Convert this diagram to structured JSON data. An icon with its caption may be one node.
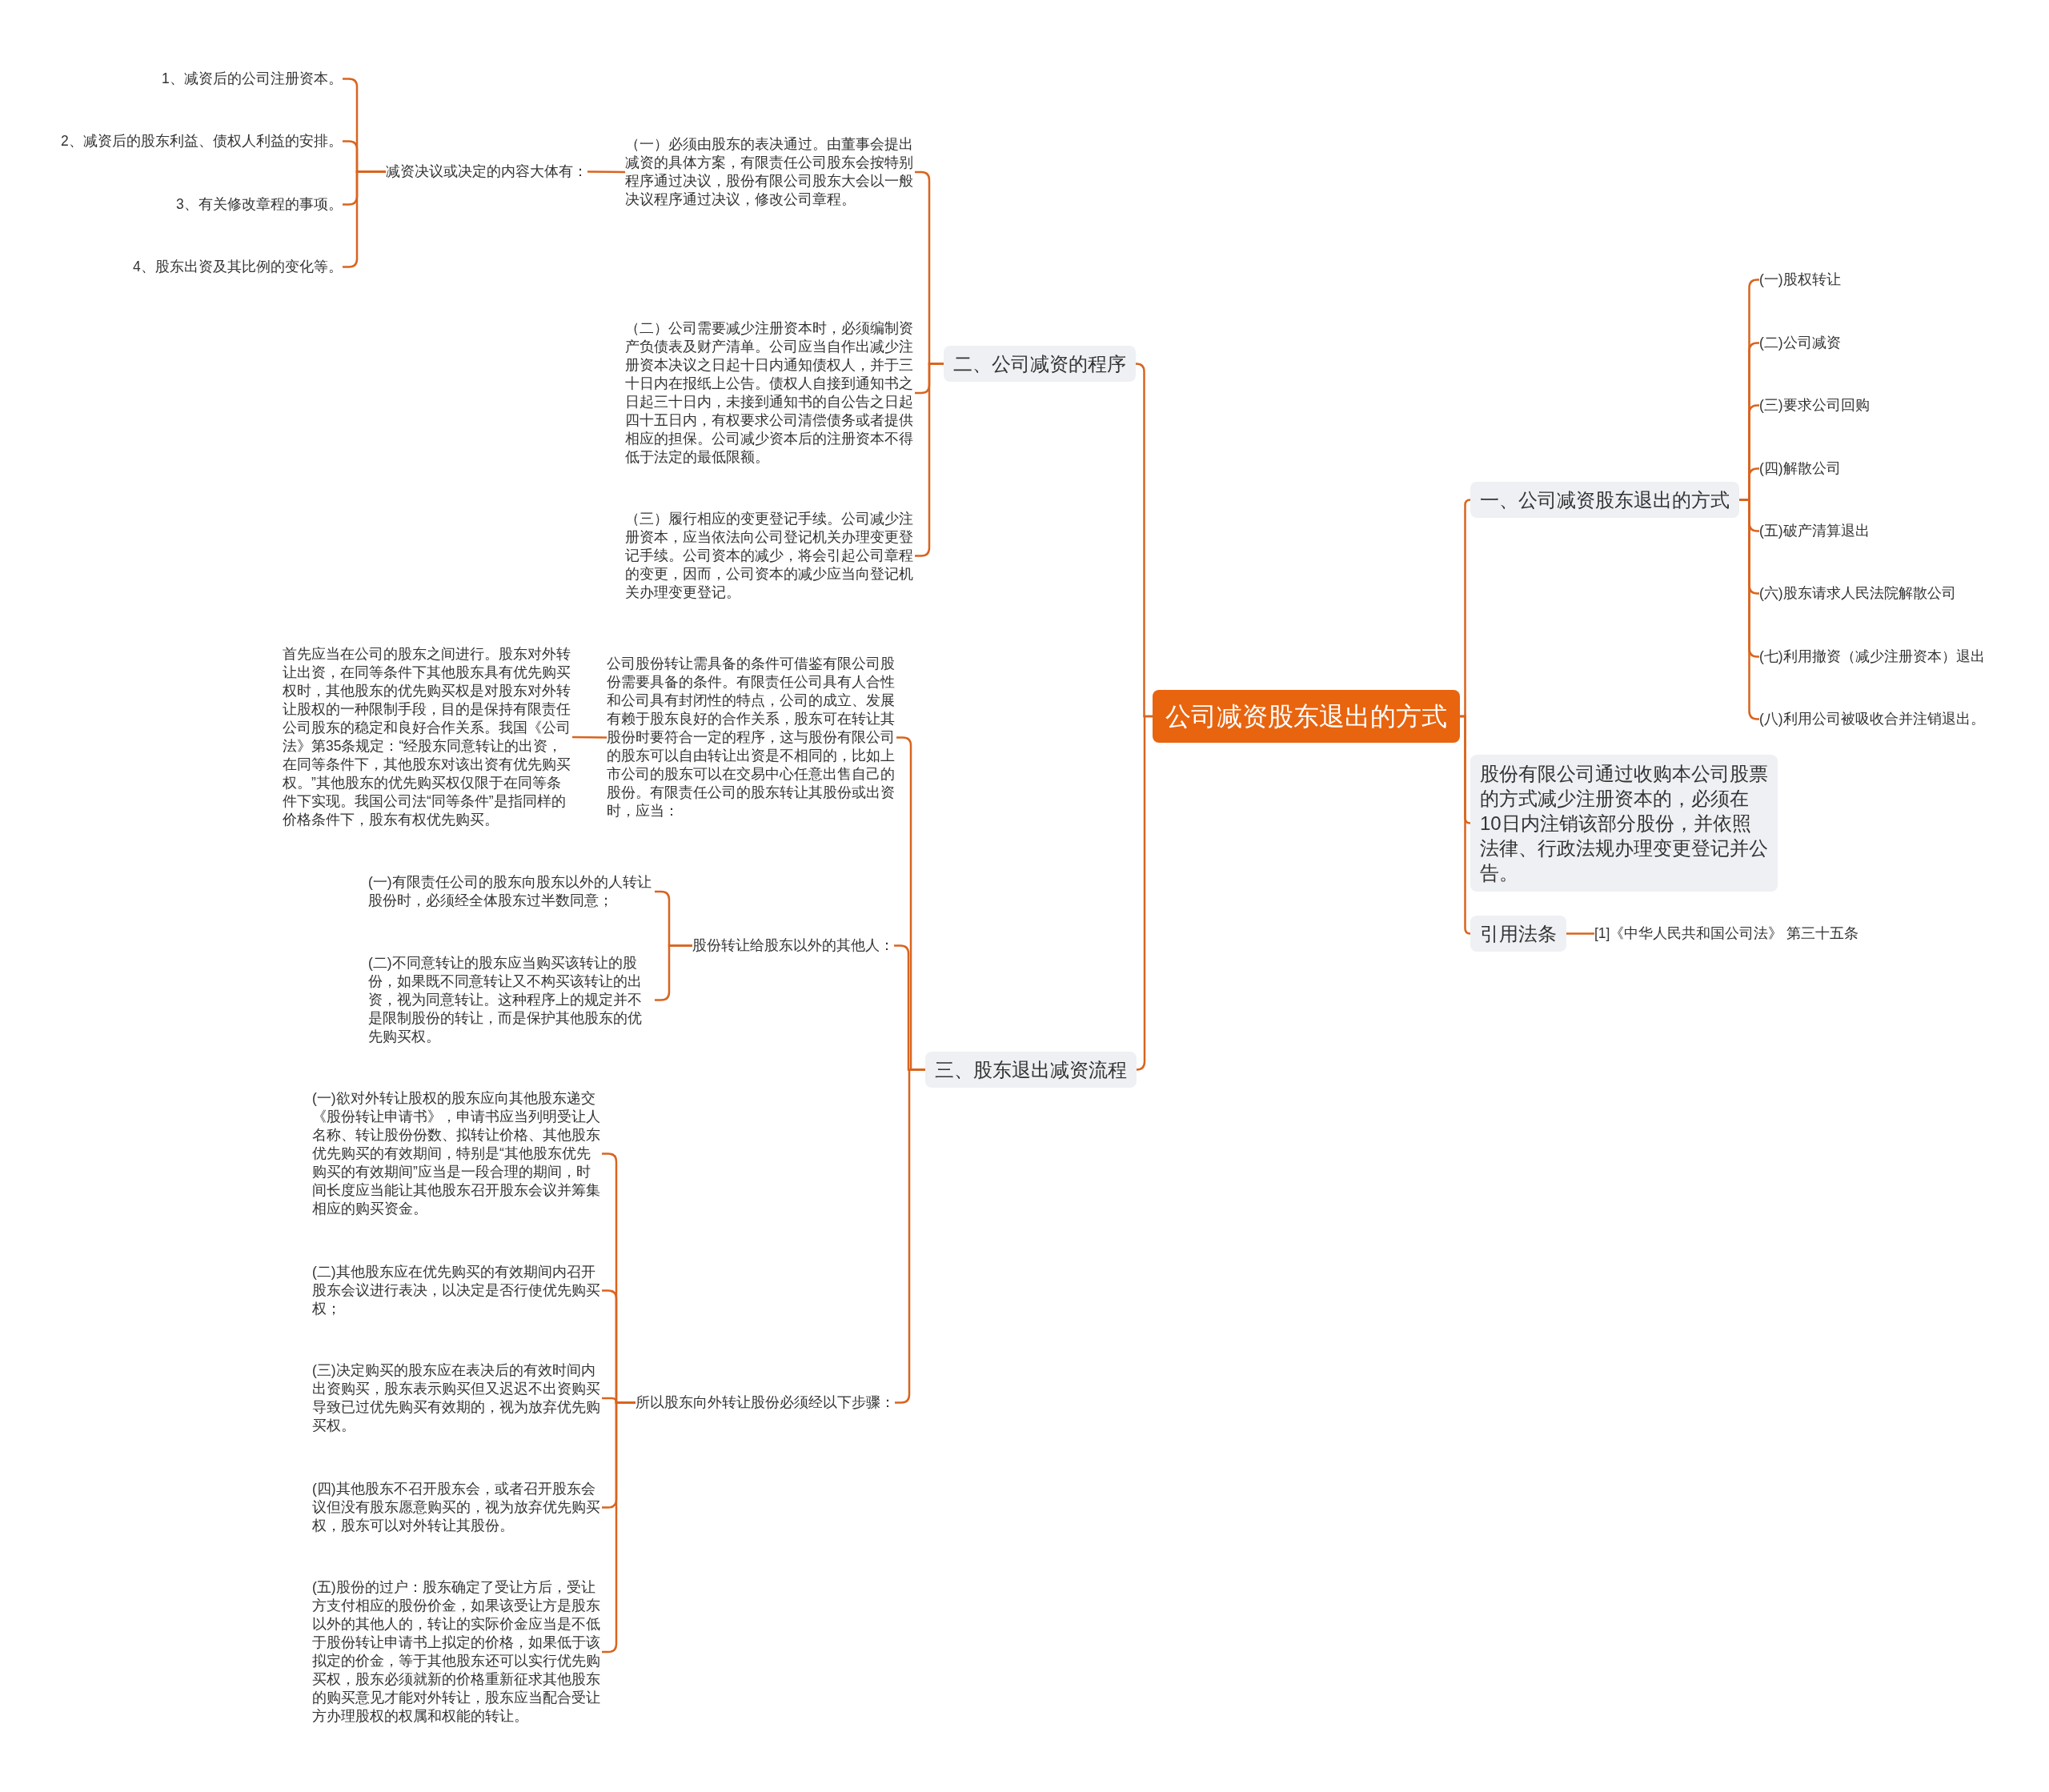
{
  "diagram": {
    "nodes": [
      {
        "text": [
          "公司减资股东退出的方式"
        ]
      },
      {
        "text": [
          "一、公司减资股东退出的方式"
        ]
      },
      {
        "text": [
          "(一)股权转让"
        ]
      },
      {
        "text": [
          "(二)公司减资"
        ]
      },
      {
        "text": [
          "(三)要求公司回购"
        ]
      },
      {
        "text": [
          "(四)解散公司"
        ]
      },
      {
        "text": [
          "(五)破产清算退出"
        ]
      },
      {
        "text": [
          "(六)股东请求人民法院解散公司"
        ]
      },
      {
        "text": [
          "(七)利用撤资（减少注册资本）退出"
        ]
      },
      {
        "text": [
          "(八)利用公司被吸收合并注销退出。"
        ]
      },
      {
        "text": [
          "股份有限公司通过收购本公司股票的方式减少注册资本的，必须在10日内注销该部分股份，并依照法律、行政法规办理变更登记并公告。"
        ]
      },
      {
        "text": [
          "引用法条"
        ]
      },
      {
        "text": [
          "[1]《中华人民共和国公司法》 第三十五条"
        ]
      },
      {
        "text": [
          "二、公司减资的程序"
        ]
      },
      {
        "text": [
          "（一）必须由股东的表决通过。由董事会提出减资的具体方案，有限责任公司股东会按特别程序通过决议，股份有限公司股东大会以一般决议程序通过决议，修改公司章程。"
        ]
      },
      {
        "text": [
          "减资决议或决定的内容大体有："
        ]
      },
      {
        "text": [
          "1、减资后的公司注册资本。"
        ]
      },
      {
        "text": [
          "2、减资后的股东利益、债权人利益的安排。"
        ]
      },
      {
        "text": [
          "3、有关修改章程的事项。"
        ]
      },
      {
        "text": [
          "4、股东出资及其比例的变化等。"
        ]
      },
      {
        "text": [
          "（二）公司需要减少注册资本时，必须编制资产负债表及财产清单。公司应当自作出减少注册资本决议之日起十日内通知债权人，并于三十日内在报纸上公告。债权人自接到通知书之日起三十日内，未接到通知书的自公告之日起四十五日内，有权要求公司清偿债务或者提供相应的担保。公司减少资本后的注册资本不得低于法定的最低限额。"
        ]
      },
      {
        "text": [
          "（三）履行相应的变更登记手续。公司减少注册资本，应当依法向公司登记机关办理变更登记手续。公司资本的减少，将会引起公司章程的变更，因而，公司资本的减少应当向登记机关办理变更登记。"
        ]
      },
      {
        "text": [
          "三、股东退出减资流程"
        ]
      },
      {
        "text": [
          "公司股份转让需具备的条件可借鉴有限公司股份需要具备的条件。有限责任公司具有人合性和公司具有封闭性的特点，公司的成立、发展有赖于股东良好的合作关系，股东可在转让其股份时要符合一定的程序，这与股份有限公司的股东可以自由转让出资是不相同的，比如上市公司的股东可以在交易中心任意出售自己的股份。有限责任公司的股东转让其股份或出资时，应当："
        ]
      },
      {
        "text": [
          "首先应当在公司的股东之间进行。股东对外转让出资，在同等条件下其他股东具有优先购买权时，其他股东的优先购买权是对股东对外转让股权的一种限制手段，目的是保持有限责任公司股东的稳定和良好合作关系。我国《公司法》第35条规定：“经股东同意转让的出资，在同等条件下，其他股东对该出资有优先购买权。”其他股东的优先购买权仅限于在同等条件下实现。我国公司法“同等条件”是指同样的价格条件下，股东有权优先购买。"
        ]
      },
      {
        "text": [
          "股份转让给股东以外的其他人："
        ]
      },
      {
        "text": [
          "(一)有限责任公司的股东向股东以外的人转让股份时，必须经全体股东过半数同意；"
        ]
      },
      {
        "text": [
          "(二)不同意转让的股东应当购买该转让的股份，如果既不同意转让又不构买该转让的出资，视为同意转让。这种程序上的规定并不是限制股份的转让，而是保护其他股东的优先购买权。"
        ]
      },
      {
        "text": [
          "所以股东向外转让股份必须经以下步骤："
        ]
      },
      {
        "text": [
          "(一)欲对外转让股权的股东应向其他股东递交《股份转让申请书》，申请书应当列明受让人名称、转让股份份数、拟转让价格、其他股东优先购买的有效期间，特别是“其他股东优先购买的有效期间”应当是一段合理的期间，时间长度应当能让其他股东召开股东会议并筹集相应的购买资金。"
        ]
      },
      {
        "text": [
          "(二)其他股东应在优先购买的有效期间内召开股东会议进行表决，以决定是否行使优先购买权；"
        ]
      },
      {
        "text": [
          "(三)决定购买的股东应在表决后的有效时间内出资购买，股东表示购买但又迟迟不出资购买导致已过优先购买有效期的，视为放弃优先购买权。"
        ]
      },
      {
        "text": [
          "(四)其他股东不召开股东会，或者召开股东会议但没有股东愿意购买的，视为放弃优先购买权，股东可以对外转让其股份。"
        ]
      },
      {
        "text": [
          "(五)股份的过户：股东确定了受让方后，受让方支付相应的股份价金，如果该受让方是股东以外的其他人的，转让的实际价金应当是不低于股份转让申请书上拟定的价格，如果低于该拟定的价金，等于其他股东还可以实行优先购买权，股东必须就新的价格重新征求其他股东的购买意见才能对外转让，股东应当配合受让方办理股权的权属和权能的转让。"
        ]
      }
    ],
    "edges": [
      {
        "from": 0,
        "to": 1,
        "arrow": "none"
      },
      {
        "from": 1,
        "to": 2,
        "arrow": "none"
      },
      {
        "from": 1,
        "to": 3,
        "arrow": "none"
      },
      {
        "from": 1,
        "to": 4,
        "arrow": "none"
      },
      {
        "from": 1,
        "to": 5,
        "arrow": "none"
      },
      {
        "from": 1,
        "to": 6,
        "arrow": "none"
      },
      {
        "from": 1,
        "to": 7,
        "arrow": "none"
      },
      {
        "from": 1,
        "to": 8,
        "arrow": "none"
      },
      {
        "from": 1,
        "to": 9,
        "arrow": "none"
      },
      {
        "from": 0,
        "to": 10,
        "arrow": "none"
      },
      {
        "from": 0,
        "to": 11,
        "arrow": "none"
      },
      {
        "from": 11,
        "to": 12,
        "arrow": "none"
      },
      {
        "from": 0,
        "to": 13,
        "arrow": "none"
      },
      {
        "from": 13,
        "to": 14,
        "arrow": "none"
      },
      {
        "from": 14,
        "to": 15,
        "arrow": "none"
      },
      {
        "from": 15,
        "to": 16,
        "arrow": "none"
      },
      {
        "from": 15,
        "to": 17,
        "arrow": "none"
      },
      {
        "from": 15,
        "to": 18,
        "arrow": "none"
      },
      {
        "from": 15,
        "to": 19,
        "arrow": "none"
      },
      {
        "from": 13,
        "to": 20,
        "arrow": "none"
      },
      {
        "from": 13,
        "to": 21,
        "arrow": "none"
      },
      {
        "from": 0,
        "to": 22,
        "arrow": "none"
      },
      {
        "from": 22,
        "to": 23,
        "arrow": "none"
      },
      {
        "from": 23,
        "to": 24,
        "arrow": "none"
      },
      {
        "from": 22,
        "to": 25,
        "arrow": "none"
      },
      {
        "from": 25,
        "to": 26,
        "arrow": "none"
      },
      {
        "from": 25,
        "to": 27,
        "arrow": "none"
      },
      {
        "from": 22,
        "to": 28,
        "arrow": "none"
      },
      {
        "from": 28,
        "to": 29,
        "arrow": "none"
      },
      {
        "from": 28,
        "to": 30,
        "arrow": "none"
      },
      {
        "from": 28,
        "to": 31,
        "arrow": "none"
      },
      {
        "from": 28,
        "to": 32,
        "arrow": "none"
      },
      {
        "from": 28,
        "to": 33,
        "arrow": "none"
      }
    ]
  }
}
